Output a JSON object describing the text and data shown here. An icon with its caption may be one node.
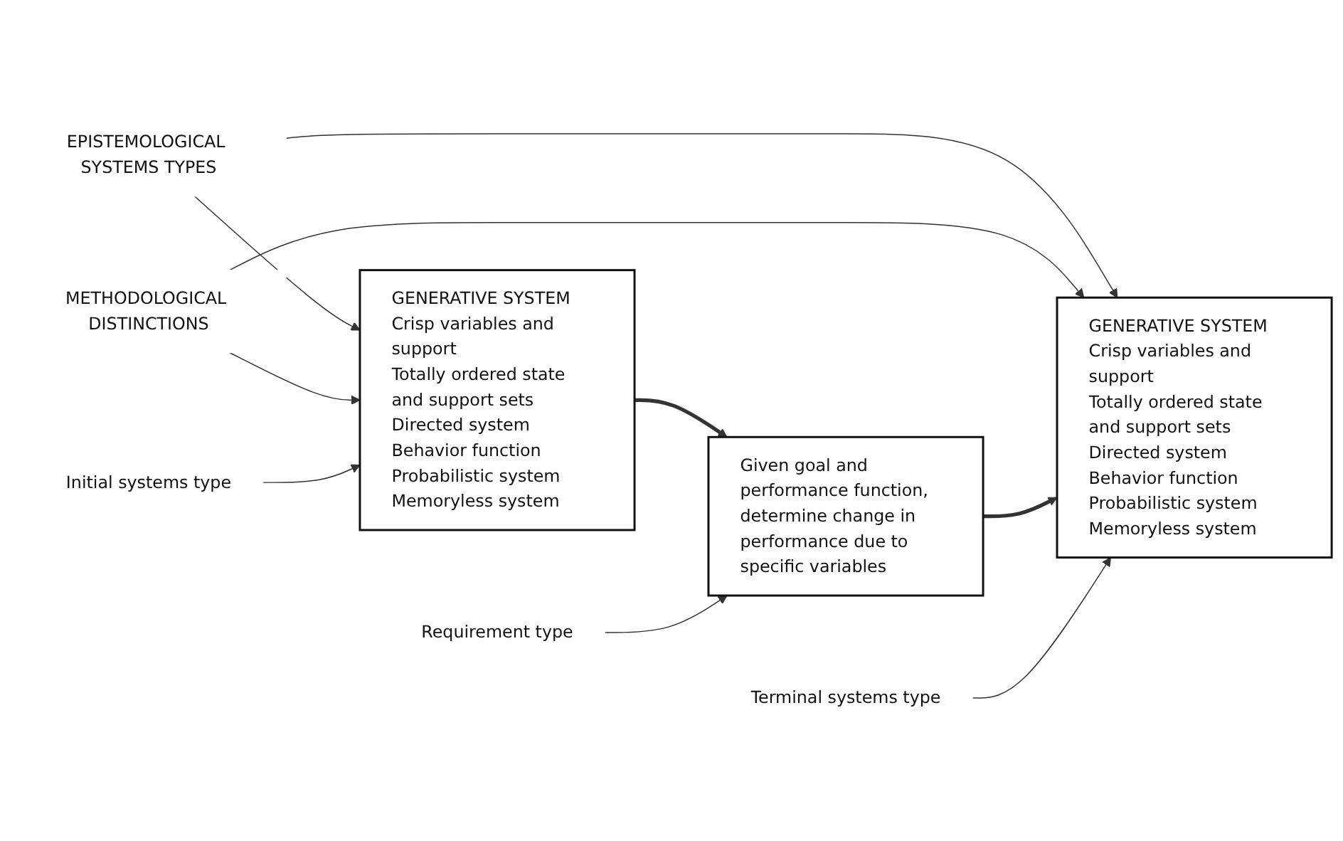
{
  "diagram": {
    "nodes": [
      {
        "text": [
          "EPISTEMOLOGICAL SYSTEMS TYPES"
        ]
      },
      {
        "text": [
          "METHODOLOGICAL DISTINCTIONS"
        ]
      },
      {
        "text": [
          "GENERATIVE SYSTEM",
          "Crisp variables and support",
          "Totally ordered state and support sets",
          "Directed system",
          "Behavior function",
          "Probabilistic system",
          "Memoryless system"
        ]
      },
      {
        "text": [
          "Given goal and performance function, determine change in performance due to specific variables"
        ]
      },
      {
        "text": [
          "GENERATIVE SYSTEM",
          "Crisp variables and support",
          "Totally ordered state and support sets",
          "Directed system",
          "Behavior function",
          "Probabilistic system",
          "Memoryless system"
        ]
      },
      {
        "text": [
          "Initial systems type"
        ]
      },
      {
        "text": [
          "Requirement type"
        ]
      },
      {
        "text": [
          "Terminal systems type"
        ]
      }
    ],
    "edges": [
      {
        "from": 0,
        "to": 2,
        "arrow": "to"
      },
      {
        "from": 0,
        "to": 4,
        "arrow": "to"
      },
      {
        "from": 1,
        "to": 2,
        "arrow": "to"
      },
      {
        "from": 1,
        "to": 4,
        "arrow": "to"
      },
      {
        "from": 2,
        "to": 3,
        "arrow": "to",
        "style": "thick"
      },
      {
        "from": 3,
        "to": 4,
        "arrow": "to",
        "style": "thick"
      },
      {
        "from": 5,
        "to": 2,
        "arrow": "to"
      },
      {
        "from": 6,
        "to": 3,
        "arrow": "to"
      },
      {
        "from": 7,
        "to": 4,
        "arrow": "to"
      }
    ]
  }
}
